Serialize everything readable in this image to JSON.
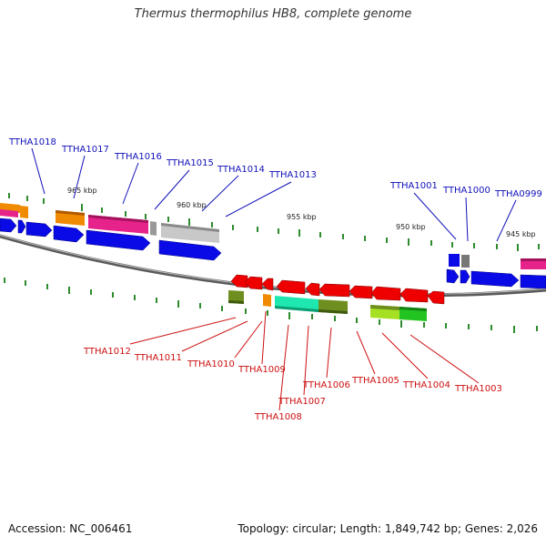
{
  "title": "Thermus thermophilus HB8, complete genome",
  "accession_text": "Accession: NC_006461",
  "summary_text": "Topology: circular; Length: 1,849,742 bp; Genes: 2,026",
  "colors": {
    "forward_label": "#1010b8",
    "reverse_label": "#cc1010",
    "tick": "#2e8b2e",
    "backbone": "#777777"
  },
  "scale_labels": [
    "965 kbp",
    "960 kbp",
    "955 kbp",
    "950 kbp",
    "945 kbp"
  ],
  "forward_labels": [
    "TTHA1018",
    "TTHA1017",
    "TTHA1016",
    "TTHA1015",
    "TTHA1014",
    "TTHA1013",
    "TTHA1001",
    "TTHA1000",
    "TTHA0999"
  ],
  "reverse_labels": [
    "TTHA1012",
    "TTHA1011",
    "TTHA1010",
    "TTHA1009",
    "TTHA1008",
    "TTHA1007",
    "TTHA1006",
    "TTHA1005",
    "TTHA1004",
    "TTHA1003"
  ]
}
